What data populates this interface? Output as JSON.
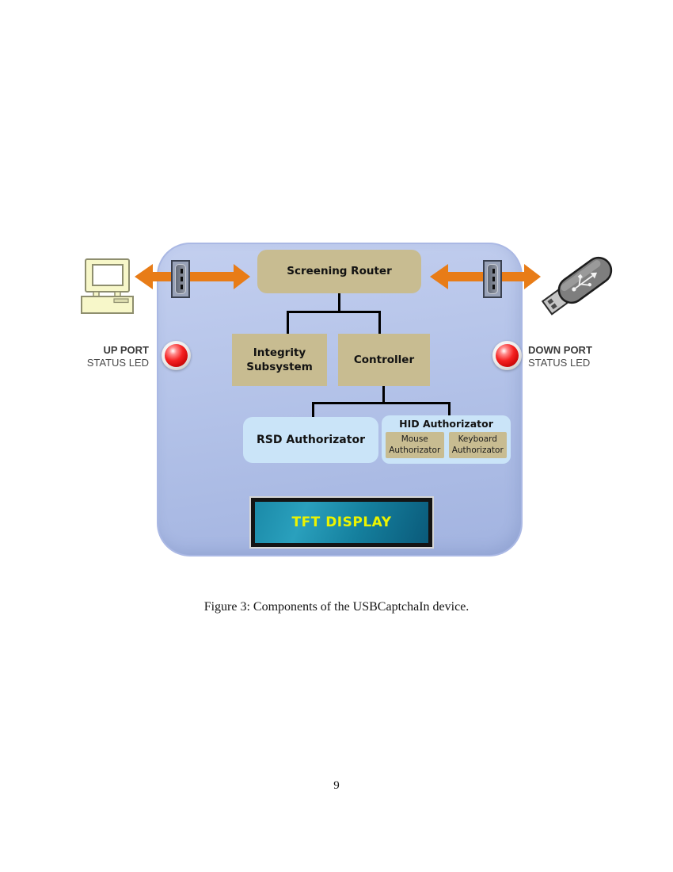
{
  "page": {
    "number": "9"
  },
  "figure": {
    "caption": "Figure 3: Components of the USBCaptchaIn device.",
    "colors": {
      "device_top": "#c3cfef",
      "device_bottom": "#a2b3e0",
      "box_tan": "#c8bc91",
      "box_blue": "#cae4f8",
      "arrow_orange": "#e87c17",
      "led_red": "#d60d0d",
      "screen_teal": "#1b8aa8",
      "display_text_yellow": "#ecf400"
    },
    "router": {
      "label": "Screening Router"
    },
    "integrity": {
      "label": "Integrity\nSubsystem"
    },
    "controller": {
      "label": "Controller"
    },
    "rsd": {
      "label": "RSD Authorizator"
    },
    "hid": {
      "title": "HID Authorizator",
      "mouse": {
        "label": "Mouse\nAuthorizator"
      },
      "keyboard": {
        "label": "Keyboard\nAuthorizator"
      }
    },
    "display": {
      "label": "TFT DISPLAY"
    },
    "left_port": {
      "name": "UP PORT",
      "status": "STATUS LED"
    },
    "right_port": {
      "name": "DOWN PORT",
      "status": "STATUS LED"
    },
    "icons": {
      "computer": "desktop-computer-icon",
      "usb_stick": "usb-flash-drive-icon",
      "up_connector": "usb-port-connector-icon",
      "down_connector": "usb-port-connector-icon",
      "arrows": "bidirectional-arrow-icon"
    }
  }
}
